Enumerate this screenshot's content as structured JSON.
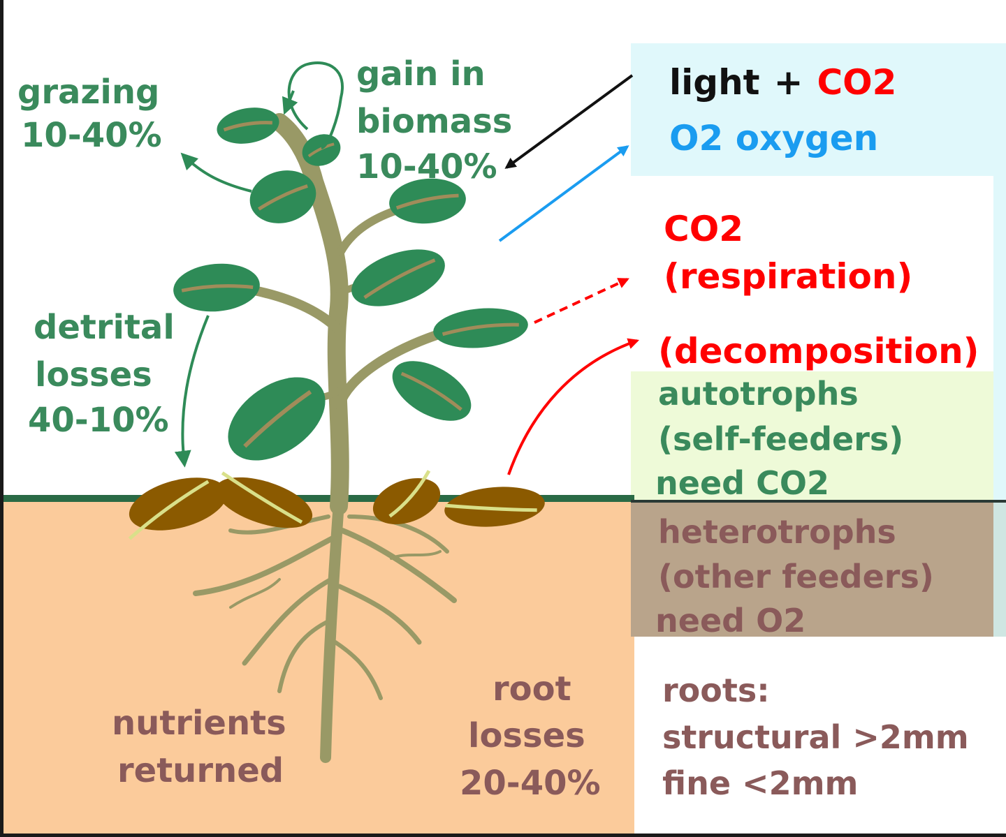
{
  "colors": {
    "leaf": "#2e8b57",
    "leaf_vein": "#a08c5a",
    "stem": "#999966",
    "soil": "#fbcb9b",
    "ground_line": "#2a6a45",
    "dead_leaf": "#8b5a00",
    "dead_leaf_vein": "#d9e08a",
    "label_green": "#3a8a5c",
    "label_brown": "#8a5a5a",
    "co2_red": "#ff0000",
    "oxygen_blue": "#1a9cf0",
    "light_black": "#111111",
    "panel_light_blue": "#e0f8fb",
    "panel_light_green": "#eefad8",
    "panel_taupe": "#b9a48b"
  },
  "labels": {
    "grazing": [
      "grazing",
      "10-40%"
    ],
    "gain": [
      "gain in",
      "biomass",
      "10-40%"
    ],
    "detrital": [
      "detrital",
      "losses",
      "40-10%"
    ],
    "nutrients": [
      "nutrients",
      "returned"
    ],
    "root_losses": [
      "root",
      "losses",
      "20-40%"
    ]
  },
  "panels": {
    "light_word": "light",
    "plus": "+",
    "co2_top": "CO2",
    "oxygen": "O2 oxygen",
    "respiration": [
      "CO2",
      "(respiration)"
    ],
    "decomposition": "(decomposition)",
    "autotrophs": [
      "autotrophs",
      "(self-feeders)",
      "need CO2"
    ],
    "heterotrophs": [
      "heterotrophs",
      "(other feeders)",
      "need O2"
    ],
    "roots": [
      "roots:",
      "structural >2mm",
      "fine <2mm"
    ]
  }
}
